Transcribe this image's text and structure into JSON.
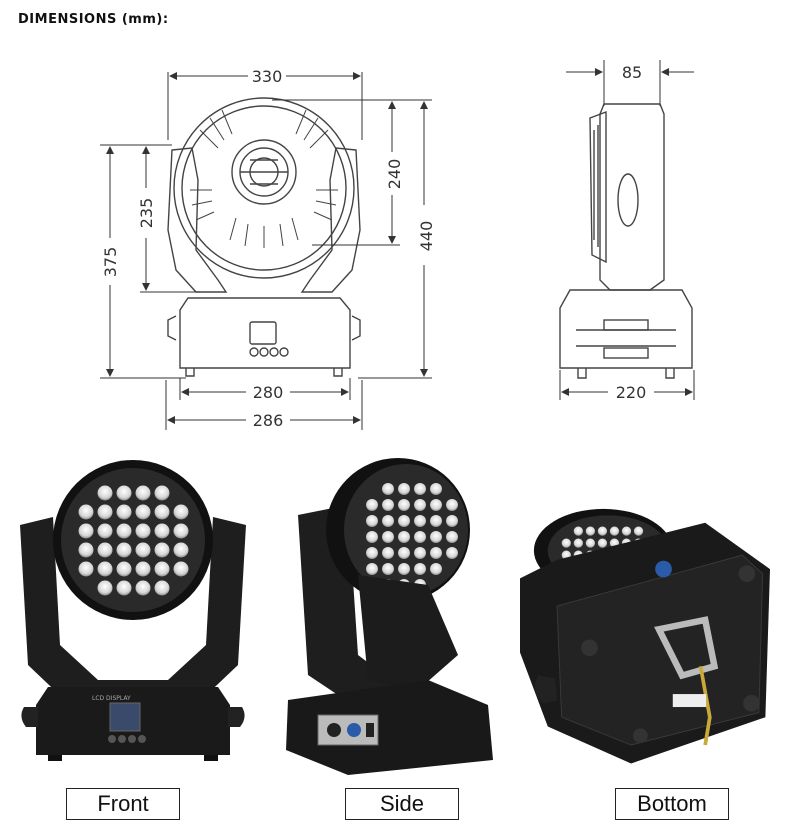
{
  "title": "DIMENSIONS (mm):",
  "dimensions": {
    "top_width": "330",
    "head_height": "240",
    "total_height": "440",
    "yoke_height": "235",
    "base_height": "375",
    "base_width": "280",
    "foot_width": "286",
    "depth_top": "85",
    "depth_base": "220"
  },
  "captions": {
    "front": "Front",
    "side": "Side",
    "bottom": "Bottom"
  },
  "device_text": {
    "lcd_label": "LCD DISPLAY"
  }
}
